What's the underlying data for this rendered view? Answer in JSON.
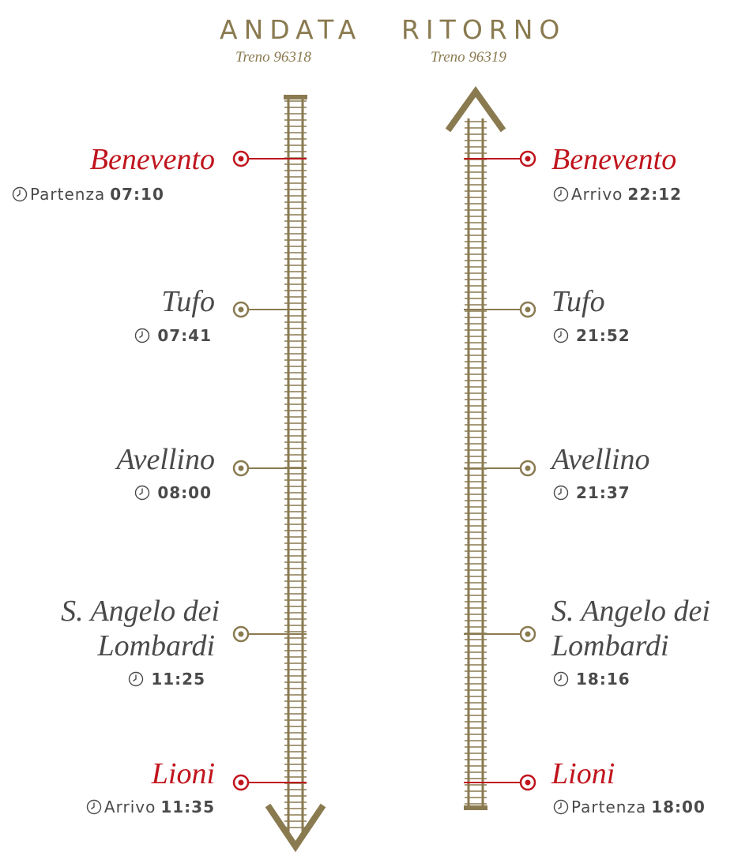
{
  "andata": {
    "title": "ANDATA",
    "train": "Treno 96318",
    "stops": [
      {
        "name": "Benevento",
        "label": "Partenza",
        "time": "07:10",
        "terminal": true
      },
      {
        "name": "Tufo",
        "label": "",
        "time": "07:41",
        "terminal": false
      },
      {
        "name": "Avellino",
        "label": "",
        "time": "08:00",
        "terminal": false
      },
      {
        "name_line1": "S. Angelo dei",
        "name_line2": "Lombardi",
        "label": "",
        "time": "11:25",
        "terminal": false
      },
      {
        "name": "Lioni",
        "label": "Arrivo",
        "time": "11:35",
        "terminal": true
      }
    ]
  },
  "ritorno": {
    "title": "RITORNO",
    "train": "Treno 96319",
    "stops": [
      {
        "name": "Benevento",
        "label": "Arrivo",
        "time": "22:12",
        "terminal": true
      },
      {
        "name": "Tufo",
        "label": "",
        "time": "21:52",
        "terminal": false
      },
      {
        "name": "Avellino",
        "label": "",
        "time": "21:37",
        "terminal": false
      },
      {
        "name_line1": "S. Angelo dei",
        "name_line2": "Lombardi",
        "label": "",
        "time": "18:16",
        "terminal": false
      },
      {
        "name": "Lioni",
        "label": "Partenza",
        "time": "18:00",
        "terminal": true
      }
    ]
  },
  "colors": {
    "gold": "#8a7a50",
    "red": "#c0141c",
    "text": "#4a4a4a"
  },
  "icons": [
    "clock-icon",
    "station-marker-icon",
    "arrow-down-icon",
    "arrow-up-icon"
  ]
}
